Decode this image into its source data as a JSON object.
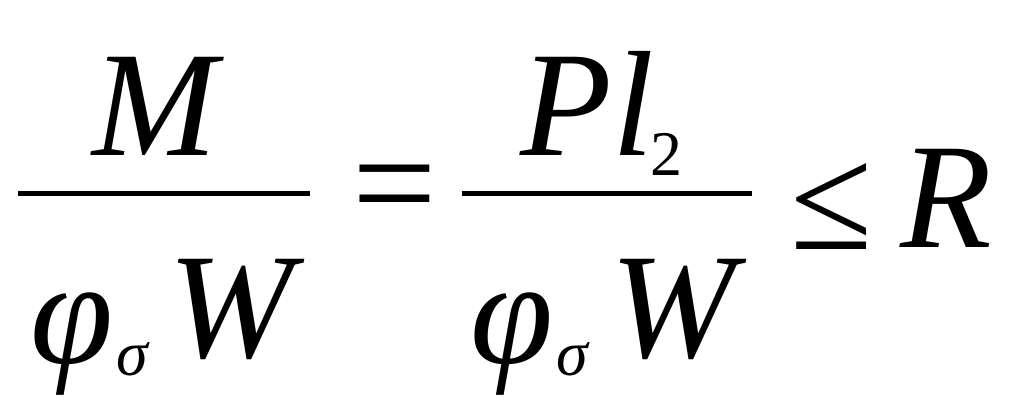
{
  "formula": {
    "left_fraction": {
      "numerator": "M",
      "denominator_base": "φ",
      "denominator_subscript": "σ",
      "denominator_tail": "W"
    },
    "equals": "=",
    "right_fraction": {
      "numerator_base": "P",
      "numerator_letter": "l",
      "numerator_subscript": "2",
      "denominator_base": "φ",
      "denominator_subscript": "σ",
      "denominator_tail": "W"
    },
    "relation": "≤",
    "rhs": "R"
  }
}
